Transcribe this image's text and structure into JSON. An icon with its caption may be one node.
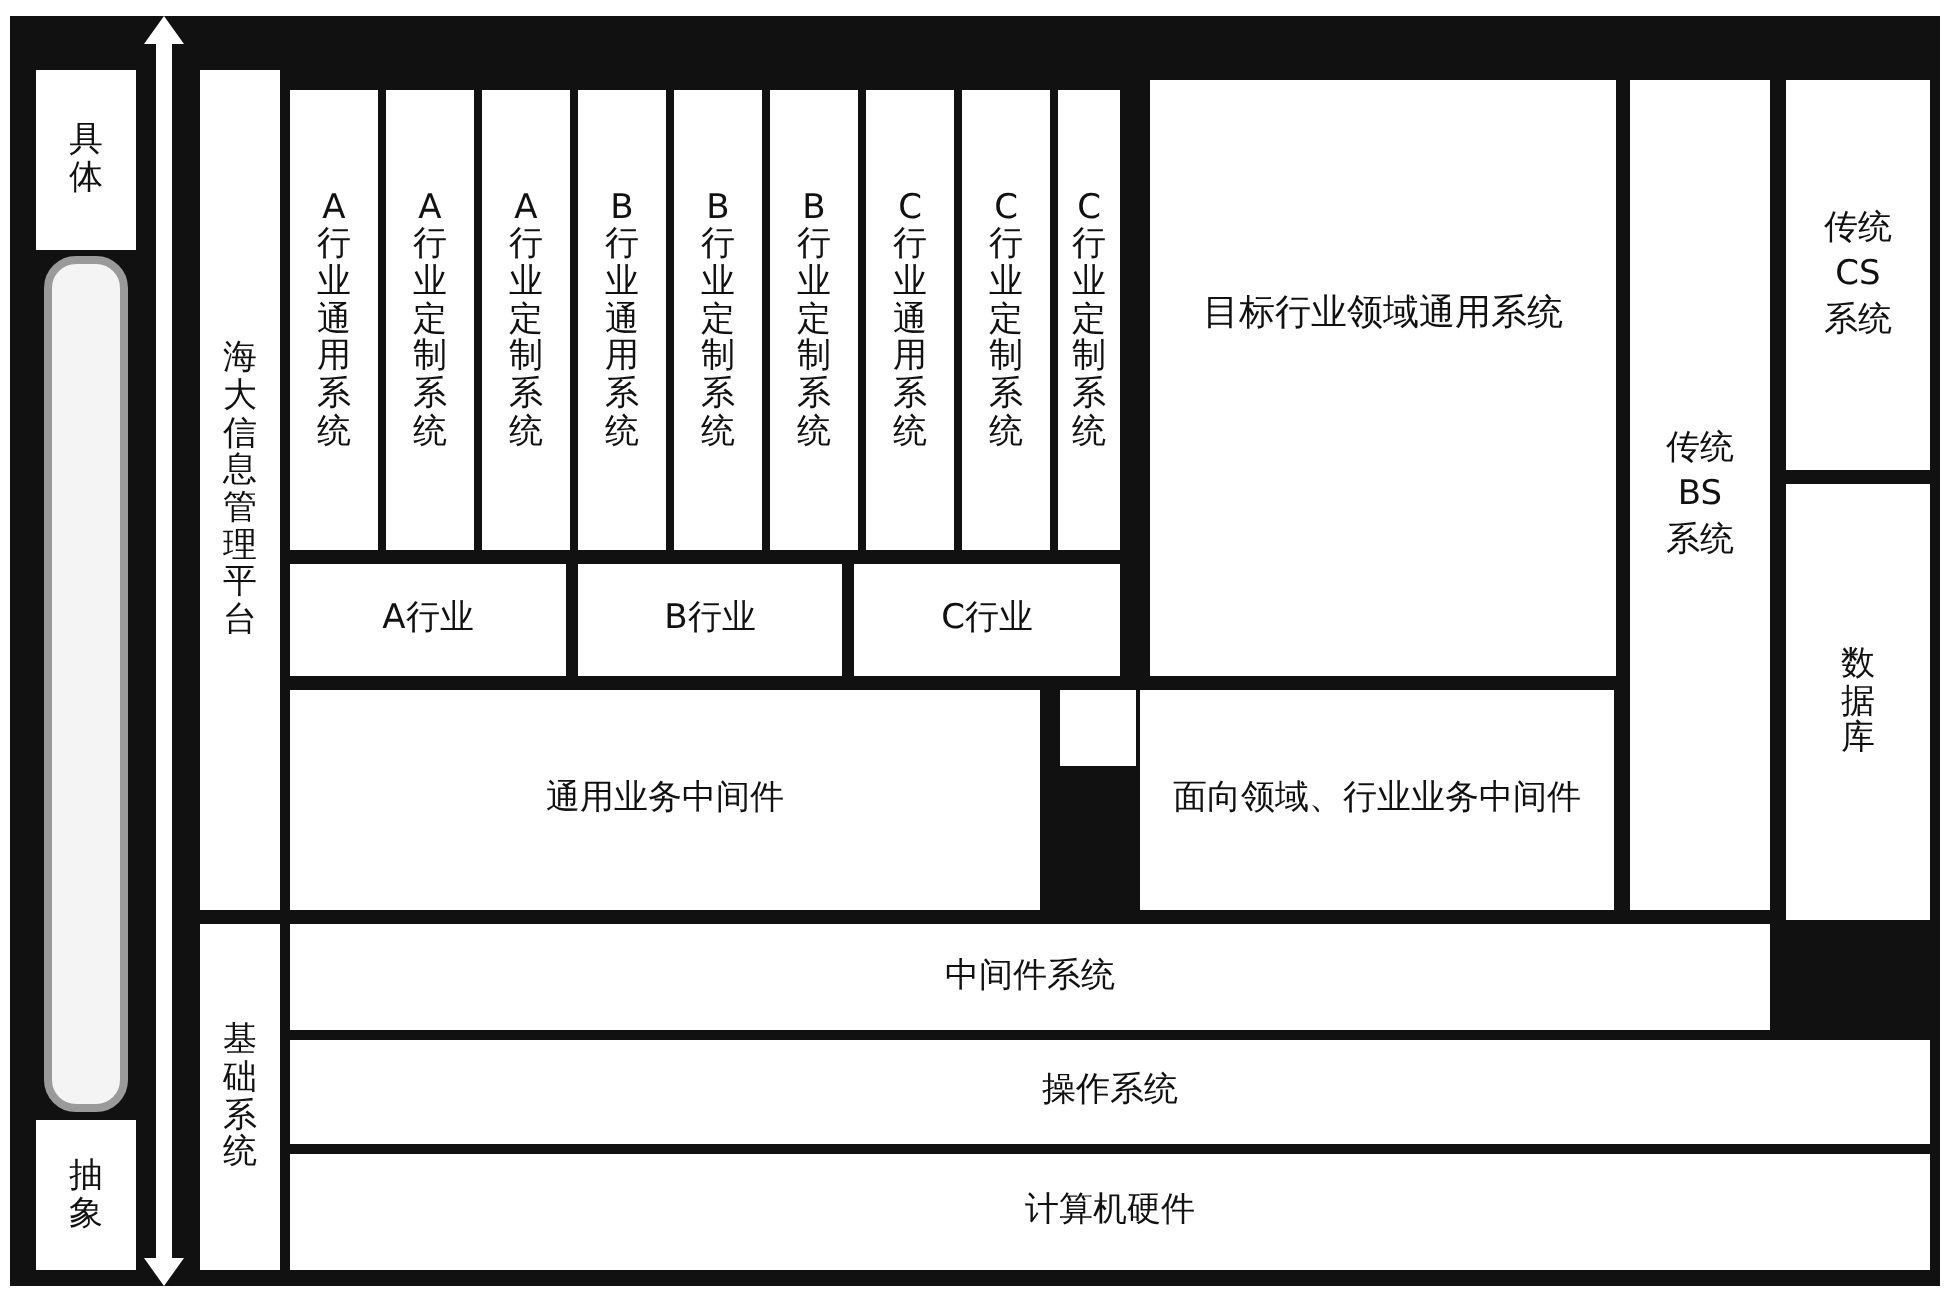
{
  "diagram": {
    "nodes": [
      {
        "text": [
          "具体"
        ]
      },
      {
        "text": [
          "抽象"
        ]
      },
      {
        "text": [
          "海大信息管理平台"
        ]
      },
      {
        "text": [
          "A行业通用系统"
        ]
      },
      {
        "text": [
          "A行业定制系统"
        ]
      },
      {
        "text": [
          "A行业定制系统"
        ]
      },
      {
        "text": [
          "B行业通用系统"
        ]
      },
      {
        "text": [
          "B行业定制系统"
        ]
      },
      {
        "text": [
          "B行业定制系统"
        ]
      },
      {
        "text": [
          "C行业通用系统"
        ]
      },
      {
        "text": [
          "C行业定制系统"
        ]
      },
      {
        "text": [
          "C行业定制系统"
        ]
      },
      {
        "text": [
          "A行业"
        ]
      },
      {
        "text": [
          "B行业"
        ]
      },
      {
        "text": [
          "C行业"
        ]
      },
      {
        "text": [
          "目标行业领域通用系统"
        ]
      },
      {
        "text": [
          "传统BS系统"
        ]
      },
      {
        "text": [
          "传统CS系统"
        ]
      },
      {
        "text": [
          "数据库"
        ]
      },
      {
        "text": [
          "通用业务中间件"
        ]
      },
      {
        "text": [
          "面向领域、行业业务中间件"
        ]
      },
      {
        "text": [
          "基础系统"
        ]
      },
      {
        "text": [
          "中间件系统"
        ]
      },
      {
        "text": [
          "操作系统"
        ]
      },
      {
        "text": [
          "计算机硬件"
        ]
      }
    ],
    "edges": []
  }
}
